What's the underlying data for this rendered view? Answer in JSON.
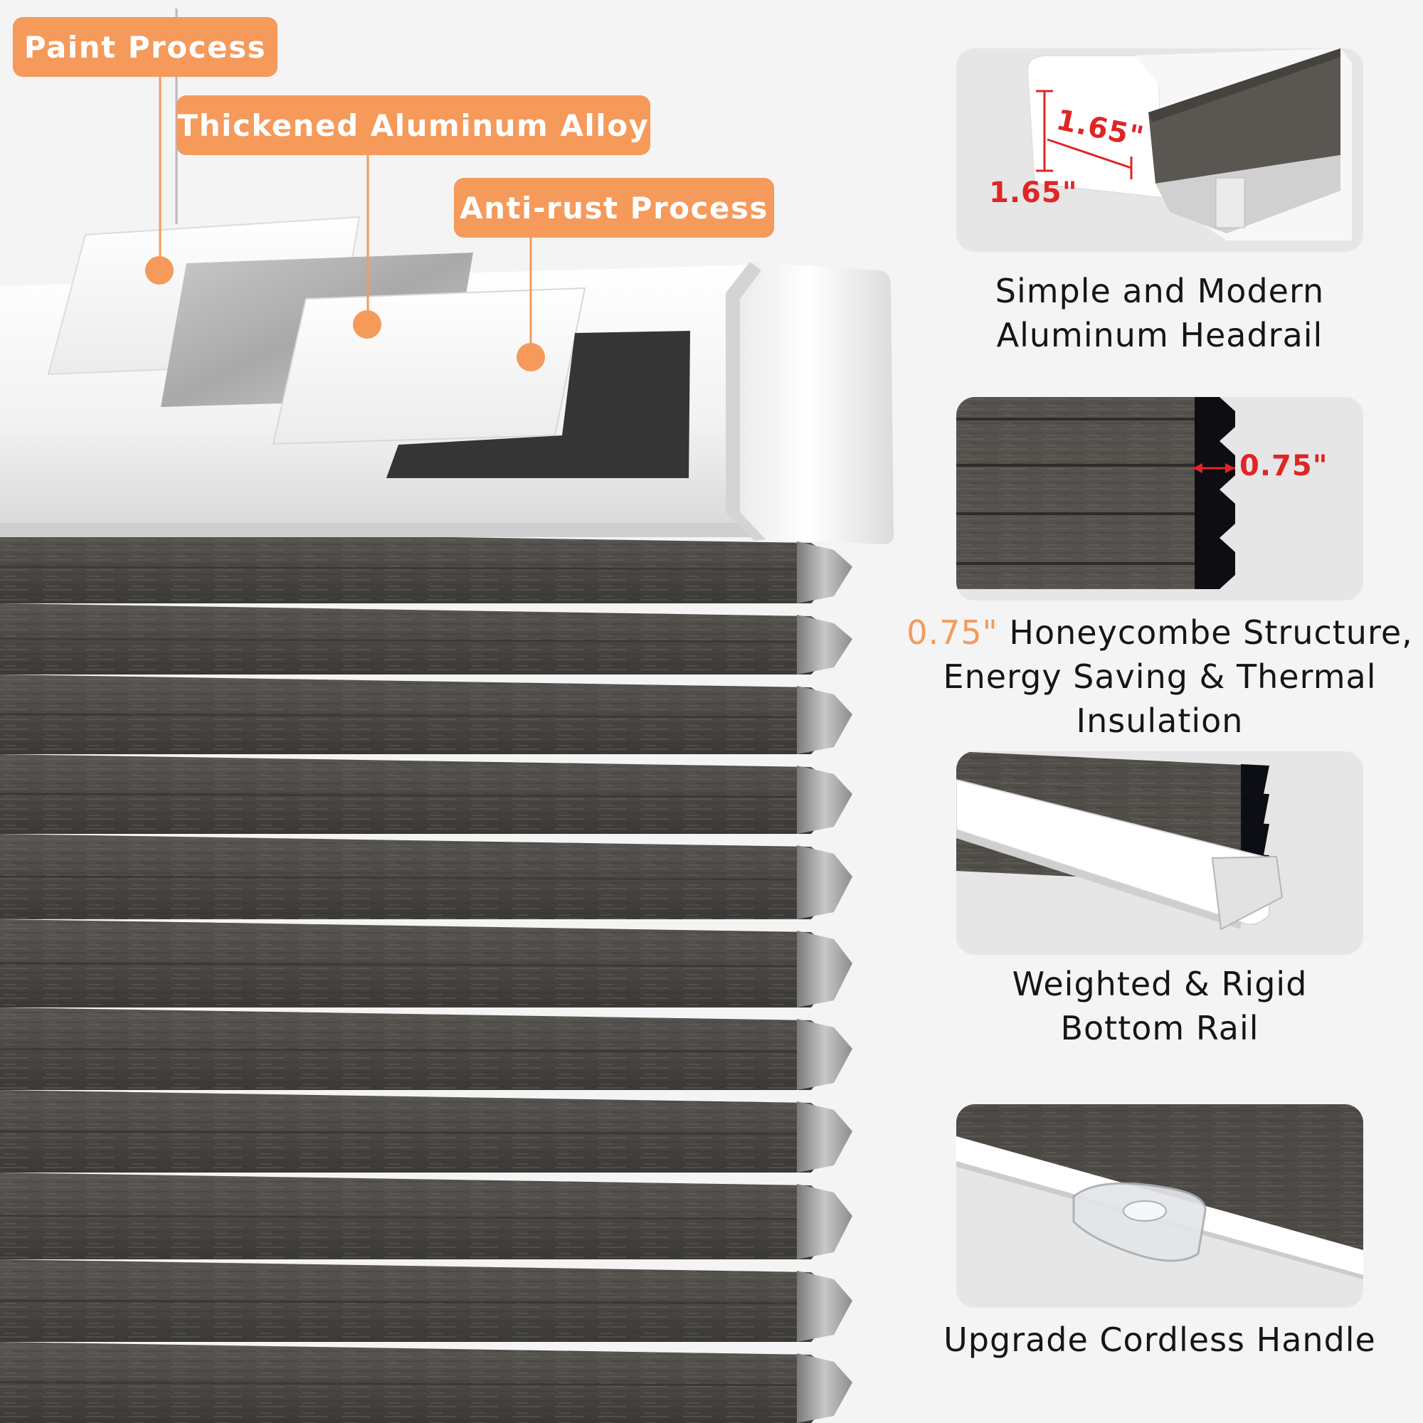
{
  "callouts": {
    "paint": "Paint Process",
    "aluminum": "Thickened Aluminum Alloy",
    "antirust": "Anti-rust Process"
  },
  "features": [
    {
      "id": "headrail",
      "lines": [
        "Simple and Modern",
        "Aluminum Headrail"
      ],
      "dimension_labels": [
        "1.65\"",
        "1.65\""
      ]
    },
    {
      "id": "honeycomb",
      "accent": "0.75\"",
      "lines": [
        " Honeycombe Structure,",
        "Energy Saving & Thermal",
        "Insulation"
      ],
      "dimension_labels": [
        "0.75\""
      ]
    },
    {
      "id": "bottomrail",
      "lines": [
        "Weighted & Rigid",
        "Bottom Rail"
      ]
    },
    {
      "id": "handle",
      "lines": [
        "Upgrade Cordless Handle"
      ]
    }
  ],
  "colors": {
    "accent": "#f59a5b",
    "fabric": "#4a4744",
    "dimension": "#e02525",
    "card_bg": "#e6e6e6"
  }
}
